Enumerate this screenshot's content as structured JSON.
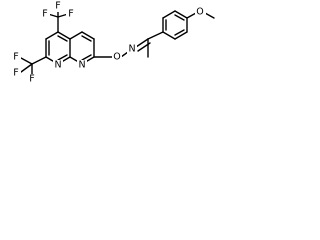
{
  "molecule": {
    "atoms": [
      {
        "id": "cf3_4_c",
        "symbol": "C"
      },
      {
        "id": "cf3_4_f1",
        "symbol": "F"
      },
      {
        "id": "cf3_4_f2",
        "symbol": "F"
      },
      {
        "id": "cf3_4_f3",
        "symbol": "F"
      },
      {
        "id": "cf3_7_c",
        "symbol": "C"
      },
      {
        "id": "cf3_7_f1",
        "symbol": "F"
      },
      {
        "id": "cf3_7_f2",
        "symbol": "F"
      },
      {
        "id": "cf3_7_f3",
        "symbol": "F"
      },
      {
        "id": "ring_n1",
        "symbol": "N"
      },
      {
        "id": "ring_n8",
        "symbol": "N"
      },
      {
        "id": "oxime_o",
        "symbol": "O"
      },
      {
        "id": "oxime_n",
        "symbol": "N"
      },
      {
        "id": "methoxy_o",
        "symbol": "O"
      }
    ]
  }
}
